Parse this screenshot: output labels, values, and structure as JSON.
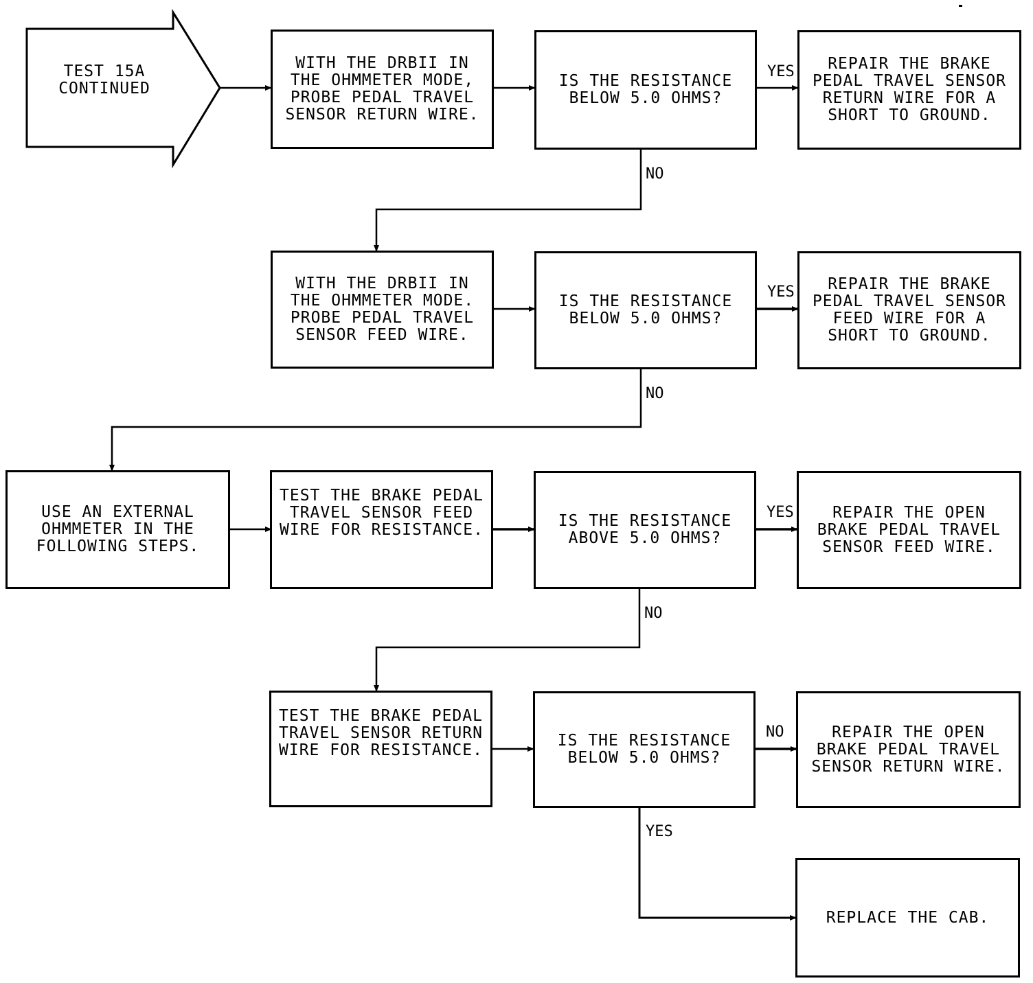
{
  "start": {
    "text": "TEST 15A\nCONTINUED"
  },
  "steps": {
    "s1": "WITH THE DRBII IN\nTHE OHMMETER MODE,\nPROBE PEDAL TRAVEL\nSENSOR RETURN WIRE.",
    "s2": "WITH THE DRBII IN\nTHE OHMMETER MODE.\nPROBE PEDAL TRAVEL\nSENSOR FEED WIRE.",
    "s3": "USE AN EXTERNAL\nOHMMETER IN THE\nFOLLOWING STEPS.",
    "s4": "TEST THE BRAKE PEDAL\nTRAVEL SENSOR FEED\nWIRE FOR RESISTANCE.",
    "s5": "TEST THE BRAKE PEDAL\nTRAVEL SENSOR RETURN\nWIRE FOR RESISTANCE."
  },
  "questions": {
    "q1": "IS THE RESISTANCE\nBELOW 5.0 OHMS?",
    "q2": "IS THE RESISTANCE\nBELOW 5.0 OHMS?",
    "q3": "IS THE RESISTANCE\nABOVE 5.0 OHMS?",
    "q4": "IS THE RESISTANCE\nBELOW 5.0 OHMS?"
  },
  "results": {
    "r1": "REPAIR THE BRAKE\nPEDAL TRAVEL SENSOR\nRETURN WIRE FOR A\nSHORT TO GROUND.",
    "r2": "REPAIR THE BRAKE\nPEDAL TRAVEL SENSOR\nFEED WIRE FOR A\nSHORT TO GROUND.",
    "r3": "REPAIR THE OPEN\nBRAKE PEDAL TRAVEL\nSENSOR FEED WIRE.",
    "r4": "REPAIR THE OPEN\nBRAKE PEDAL TRAVEL\nSENSOR RETURN WIRE.",
    "r5": "REPLACE THE CAB."
  },
  "labels": {
    "q1_yes": "YES",
    "q1_no": "NO",
    "q2_yes": "YES",
    "q2_no": "NO",
    "q3_yes": "YES",
    "q3_no": "NO",
    "q4_no": "NO",
    "q4_yes": "YES"
  }
}
